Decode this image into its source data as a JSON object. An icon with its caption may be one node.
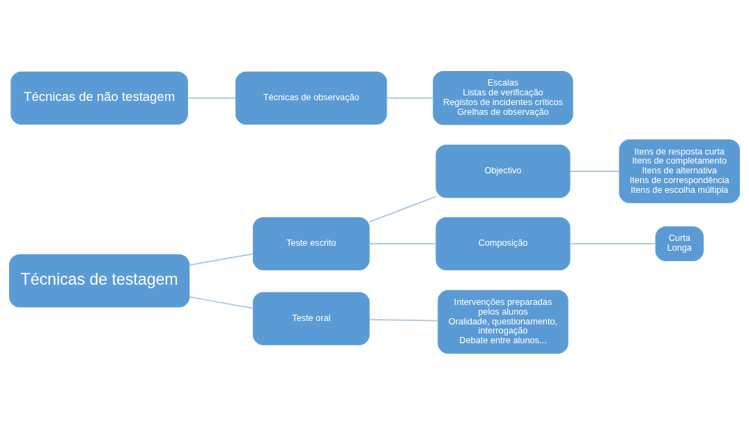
{
  "diagram": {
    "nodes": [
      {
        "text": [
          "Técnicas de testagem"
        ]
      },
      {
        "text": [
          "Teste escrito"
        ]
      },
      {
        "text": [
          "Objectivo"
        ]
      },
      {
        "text": [
          "Itens de resposta curta",
          "Itens de completamento",
          "Itens de alternativa",
          "Itens de correspondência",
          "Itens de escolha múltipla"
        ]
      },
      {
        "text": [
          "Composição"
        ]
      },
      {
        "text": [
          "Curta",
          "Longa"
        ]
      },
      {
        "text": [
          "Teste oral"
        ]
      },
      {
        "text": [
          "Intervenções preparadas pelos alunos",
          "Oralidade, questionamento, interrogação",
          "Debate entre alunos..."
        ]
      },
      {
        "text": [
          "Técnicas de não testagem"
        ]
      },
      {
        "text": [
          "Técnicas de observação"
        ]
      },
      {
        "text": [
          "Escalas",
          "Listas de verificação",
          "Registos de incidentes críticos",
          "Grelhas de observação"
        ]
      }
    ],
    "edges": [
      {
        "from": 0,
        "to": 1,
        "arrow": "none"
      },
      {
        "from": 0,
        "to": 6,
        "arrow": "none"
      },
      {
        "from": 1,
        "to": 2,
        "arrow": "none"
      },
      {
        "from": 1,
        "to": 4,
        "arrow": "none"
      },
      {
        "from": 2,
        "to": 3,
        "arrow": "none"
      },
      {
        "from": 4,
        "to": 5,
        "arrow": "none"
      },
      {
        "from": 6,
        "to": 7,
        "arrow": "none"
      },
      {
        "from": 8,
        "to": 9,
        "arrow": "none"
      },
      {
        "from": 9,
        "to": 10,
        "arrow": "none"
      }
    ]
  }
}
